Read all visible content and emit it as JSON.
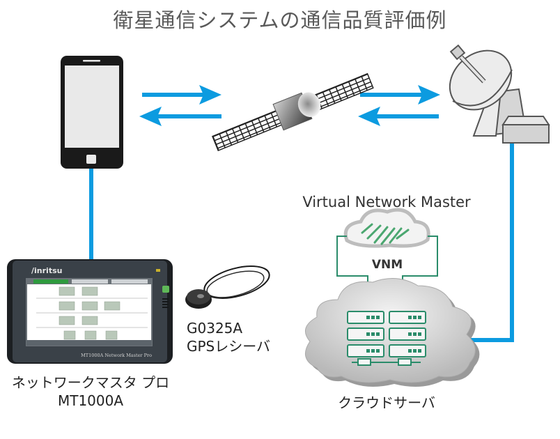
{
  "title": "衛星通信システムの通信品質評価例",
  "colors": {
    "link": "#0c9be0",
    "vnm_green": "#2a8c6a",
    "device_dark": "#2e3338",
    "cloud_gray": "#c8c8c8"
  },
  "nodes": {
    "smartphone": {
      "icon": "smartphone-icon"
    },
    "satellite": {
      "icon": "satellite-icon"
    },
    "ground_station": {
      "icon": "satellite-dish-icon"
    },
    "vnm": {
      "label": "Virtual Network Master",
      "logo_text": "VNM",
      "icon": "vnm-cloud-logo"
    },
    "cloud_server": {
      "label": "クラウドサーバ",
      "icon": "server-rack-icon",
      "server_units": 6
    },
    "mt1000a": {
      "label_line1": "ネットワークマスタ プロ",
      "label_line2": "MT1000A",
      "brand": "/inritsu",
      "model_plate": "MT1000A Network Master Pro",
      "icon": "network-tester-icon"
    },
    "gps": {
      "label_line1": "G0325A",
      "label_line2": "GPSレシーバ",
      "icon": "gps-receiver-icon"
    }
  },
  "links": [
    {
      "from": "smartphone",
      "to": "satellite",
      "type": "bidirectional-arrows"
    },
    {
      "from": "satellite",
      "to": "ground_station",
      "type": "bidirectional-arrows"
    },
    {
      "from": "smartphone",
      "to": "mt1000a",
      "type": "line"
    },
    {
      "from": "ground_station",
      "to": "cloud_server",
      "type": "line"
    },
    {
      "from": "vnm",
      "to": "cloud_server",
      "type": "connector"
    }
  ]
}
